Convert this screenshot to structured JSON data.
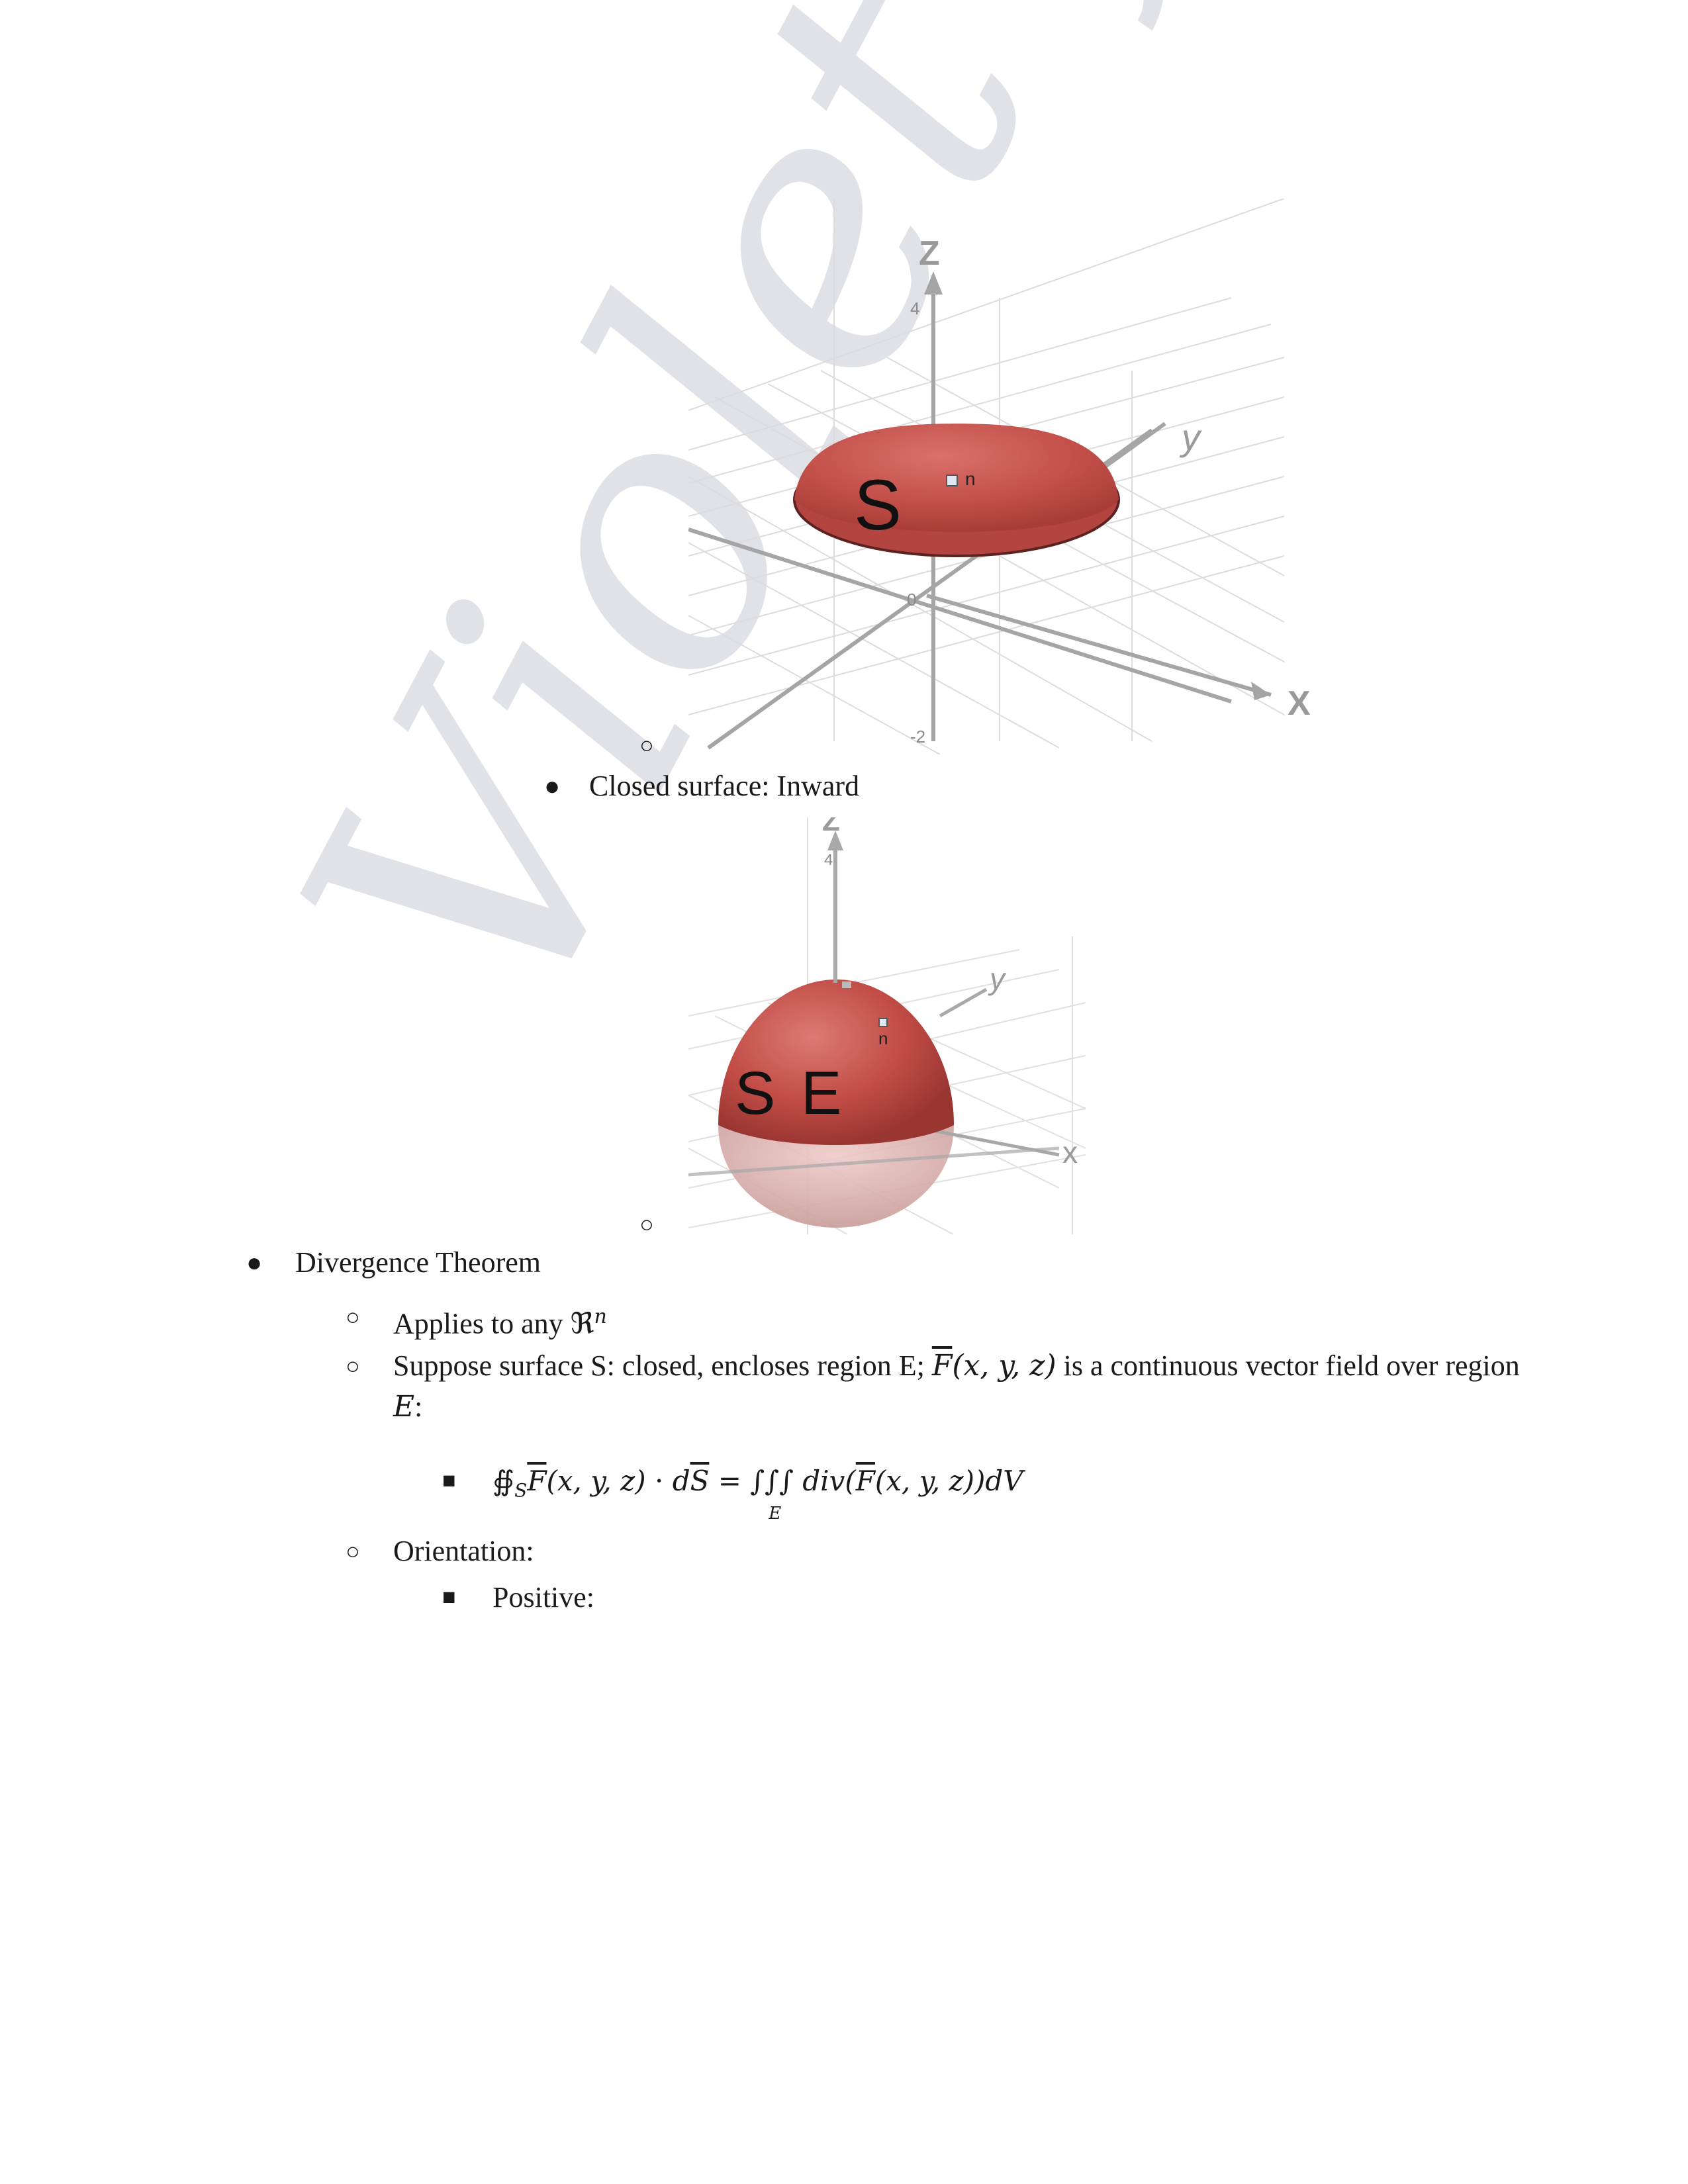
{
  "page": {
    "figure1": {
      "marker": "○",
      "surface_label": "S",
      "normal_label": "n",
      "axis_x": "X",
      "axis_y": "y",
      "axis_z": "Z",
      "tick_z": "4",
      "tick_neg": "-2",
      "tick_origin": "0"
    },
    "item_closed": {
      "marker": "●",
      "text": "Closed surface: Inward"
    },
    "figure2": {
      "marker": "○",
      "surface_label": "S",
      "region_label": "E",
      "normal_label": "n",
      "axis_x": "x",
      "axis_y": "y",
      "axis_z": "Z",
      "tick_z": "4"
    },
    "divergence": {
      "marker": "●",
      "title": "Divergence Theorem",
      "applies": {
        "marker": "○",
        "text": "Applies to any ",
        "symbol": "ℜ",
        "sup": "n"
      },
      "suppose": {
        "marker": "○",
        "text_a": "Suppose surface S: closed, encloses region E; ",
        "field": "F",
        "args": "(x, y, z)",
        "text_b": " is a continuous vector field over region",
        "line2": "E",
        "line2_colon": ":"
      },
      "formula": {
        "marker": "■",
        "oint": "∯",
        "sub_s": "S",
        "lhs_f": "F",
        "lhs_args": "(x, y, z)",
        "dot": " · ",
        "dS_d": "d",
        "dS_S": "S",
        "eq": " = ",
        "triple": "∫∫∫",
        "sub_e": "E",
        "div": " div(",
        "rhs_f": "F",
        "rhs_tail": "(x, y, z))dV"
      },
      "orientation": {
        "marker": "○",
        "text": "Orientation:"
      },
      "positive": {
        "marker": "■",
        "text": "Positive:"
      }
    },
    "watermark": "Violet fruit"
  }
}
